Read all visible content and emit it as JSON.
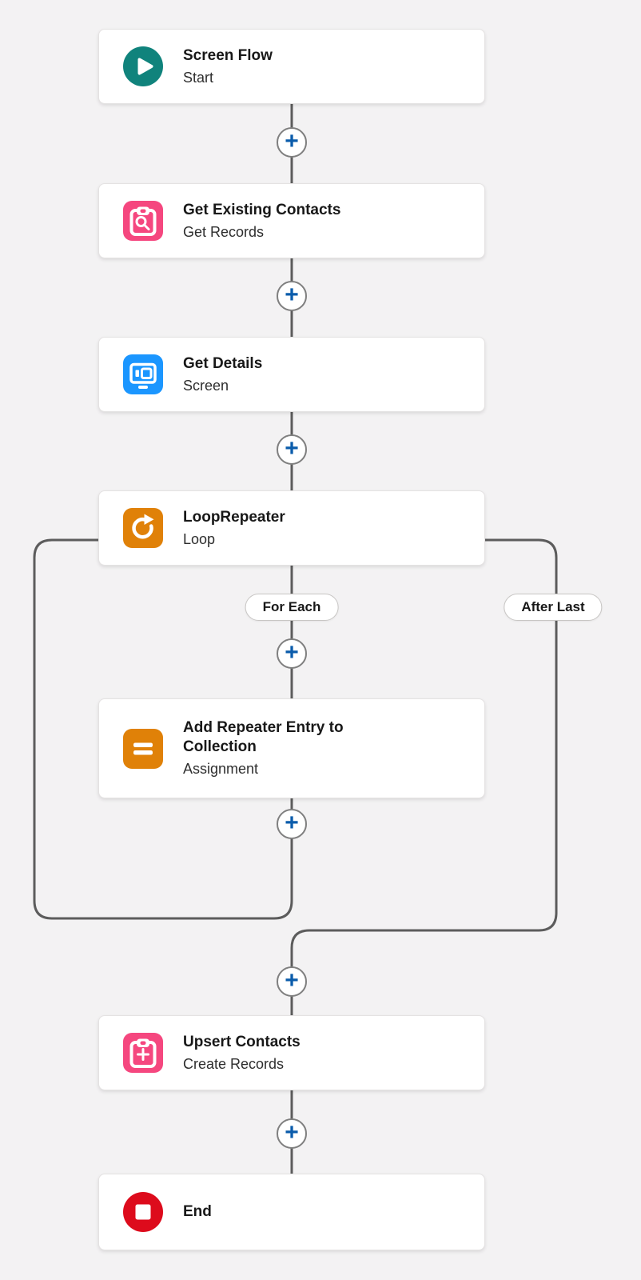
{
  "canvas": {
    "background": "#f3f2f3",
    "connector_color": "#5c5c5c",
    "plus_color": "#0b5cab"
  },
  "add_button": {
    "icon": "plus-icon",
    "glyph": "+"
  },
  "branches": {
    "for_each": "For Each",
    "after_last": "After Last"
  },
  "nodes": [
    {
      "title": "Screen Flow",
      "subtitle": "Start",
      "icon": "flow-start-icon",
      "icon_color": "#10837c"
    },
    {
      "title": "Get Existing Contacts",
      "subtitle": "Get Records",
      "icon": "record-lookup-icon",
      "icon_color": "#f5477f"
    },
    {
      "title": "Get Details",
      "subtitle": "Screen",
      "icon": "screen-icon",
      "icon_color": "#1b96ff"
    },
    {
      "title": "LoopRepeater",
      "subtitle": "Loop",
      "icon": "loop-icon",
      "icon_color": "#e08108"
    },
    {
      "title": "Add Repeater Entry to Collection",
      "subtitle": "Assignment",
      "icon": "assignment-icon",
      "icon_color": "#e08108"
    },
    {
      "title": "Upsert Contacts",
      "subtitle": "Create Records",
      "icon": "record-create-icon",
      "icon_color": "#f5477f"
    },
    {
      "title": "End",
      "subtitle": "",
      "icon": "end-icon",
      "icon_color": "#dd0b1c"
    }
  ]
}
